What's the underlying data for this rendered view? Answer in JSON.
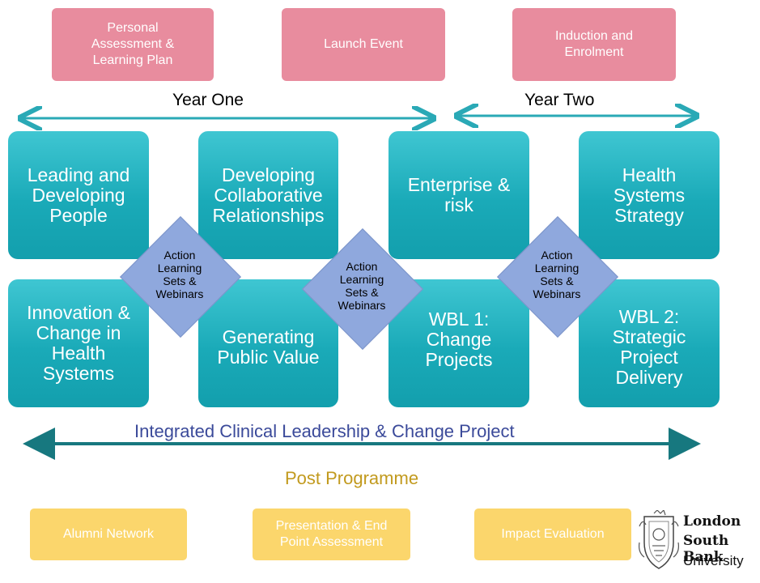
{
  "colors": {
    "pink": "#e88c9e",
    "teal": "#1aaab8",
    "diamond": "#8fa8dd",
    "arrow": "#2aa9b6",
    "long_arrow": "#17787f",
    "yellow": "#fbd66c",
    "integrated_text": "#3b4a9a",
    "post_programme": "#c29a1e"
  },
  "top_boxes": [
    {
      "label": "Personal\nAssessment &\nLearning Plan"
    },
    {
      "label": "Launch Event"
    },
    {
      "label": "Induction and\nEnrolment"
    }
  ],
  "years": {
    "one": "Year One",
    "two": "Year Two"
  },
  "modules_top": [
    {
      "label": "Leading and\nDeveloping\nPeople"
    },
    {
      "label": "Developing\nCollaborative\nRelationships"
    },
    {
      "label": "Enterprise &\nrisk"
    },
    {
      "label": "Health\nSystems\nStrategy"
    }
  ],
  "modules_bottom": [
    {
      "label": "Innovation &\nChange in\nHealth\nSystems"
    },
    {
      "label": "Generating\nPublic Value"
    },
    {
      "label": "WBL 1:\nChange\nProjects"
    },
    {
      "label": "WBL 2:\nStrategic\nProject\nDelivery"
    }
  ],
  "action_sets": [
    {
      "label": "Action\nLearning\nSets &\nWebinars"
    },
    {
      "label": "Action\nLearning\nSets &\nWebinars"
    },
    {
      "label": "Action\nLearning\nSets &\nWebinars"
    }
  ],
  "integrated_project": "Integrated Clinical Leadership & Change Project",
  "post_programme": "Post Programme",
  "bottom_boxes": [
    {
      "label": "Alumni Network"
    },
    {
      "label": "Presentation & End\nPoint Assessment"
    },
    {
      "label": "Impact Evaluation"
    }
  ],
  "logo": {
    "line1": "London",
    "line2": "South Bank",
    "line3": "University",
    "crest": "university-crest"
  }
}
